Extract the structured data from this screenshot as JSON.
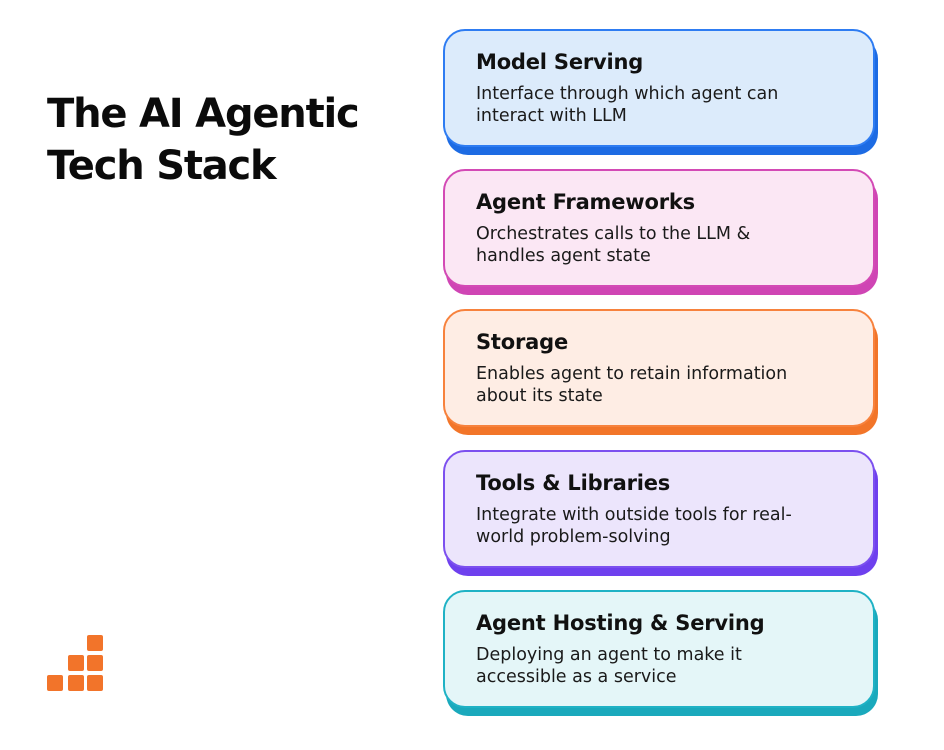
{
  "title": {
    "line1": "The AI Agentic",
    "line2": "Tech Stack"
  },
  "logo": {
    "icon": "orange-step-squares-logo",
    "color": "#F2742A"
  },
  "layers": [
    {
      "title": "Model Serving",
      "description": "Interface through which agent can interact with LLM",
      "fill": "#DCEBFB",
      "border": "#2E7CF2",
      "shadow": "#1D6BE3"
    },
    {
      "title": "Agent Frameworks",
      "description": "Orchestrates calls to the LLM & handles agent state",
      "fill": "#FBE7F4",
      "border": "#D34AB5",
      "shadow": "#CF45B4"
    },
    {
      "title": "Storage",
      "description": "Enables agent to retain information about its state",
      "fill": "#FEEDE4",
      "border": "#F7823D",
      "shadow": "#F27529"
    },
    {
      "title": "Tools & Libraries",
      "description": "Integrate with outside tools for real-world problem-solving",
      "fill": "#ECE5FC",
      "border": "#7C50EF",
      "shadow": "#6E40EE"
    },
    {
      "title": "Agent Hosting & Serving",
      "description": "Deploying an agent to make it accessible as a service",
      "fill": "#E4F6F8",
      "border": "#1FB2C5",
      "shadow": "#1AA9BC"
    }
  ]
}
